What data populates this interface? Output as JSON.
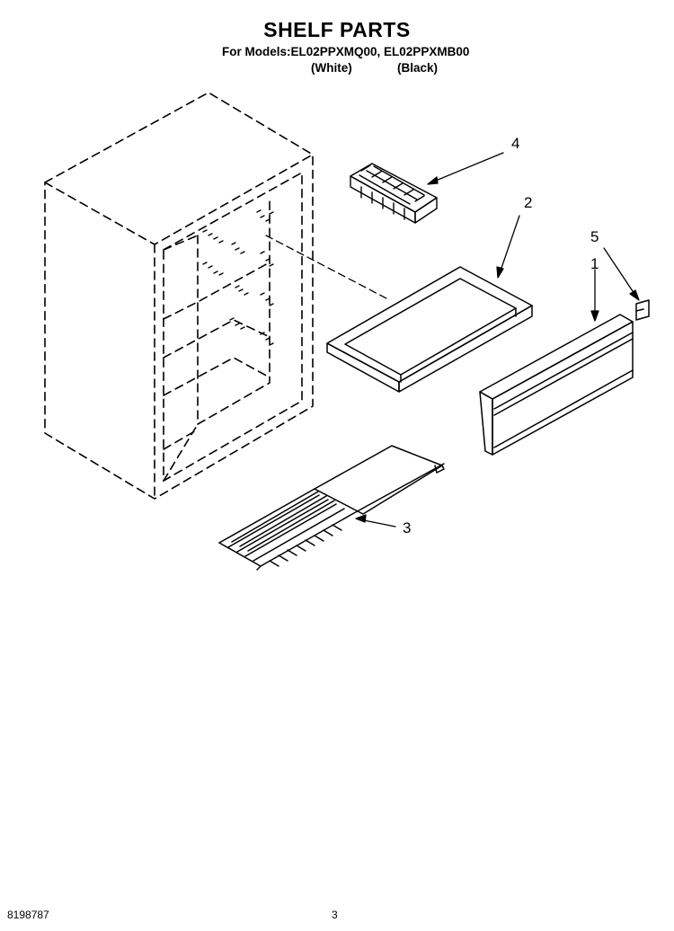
{
  "header": {
    "title": "SHELF PARTS",
    "models_line": "For Models:EL02PPXMQ00, EL02PPXMB00",
    "variant_white": "(White)",
    "variant_black": "(Black)"
  },
  "callouts": {
    "part_1": "1",
    "part_2": "2",
    "part_3": "3",
    "part_4": "4",
    "part_5": "5"
  },
  "footer": {
    "doc_number": "8198787",
    "page_number": "3"
  }
}
